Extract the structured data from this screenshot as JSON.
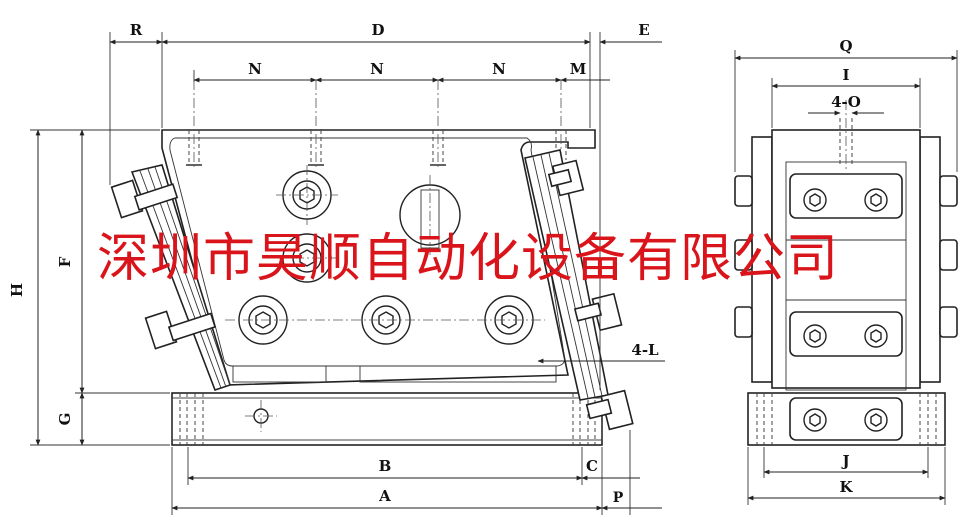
{
  "dimensions": {
    "R": "R",
    "D": "D",
    "E": "E",
    "N1": "N",
    "N2": "N",
    "N3": "N",
    "M": "M",
    "H": "H",
    "F": "F",
    "G": "G",
    "B": "B",
    "C": "C",
    "A": "A",
    "P": "P",
    "L4": "4-L",
    "Q": "Q",
    "I": "I",
    "O4": "4-O",
    "J": "J",
    "K": "K"
  },
  "watermark": "深圳市昊顺自动化设备有限公司"
}
